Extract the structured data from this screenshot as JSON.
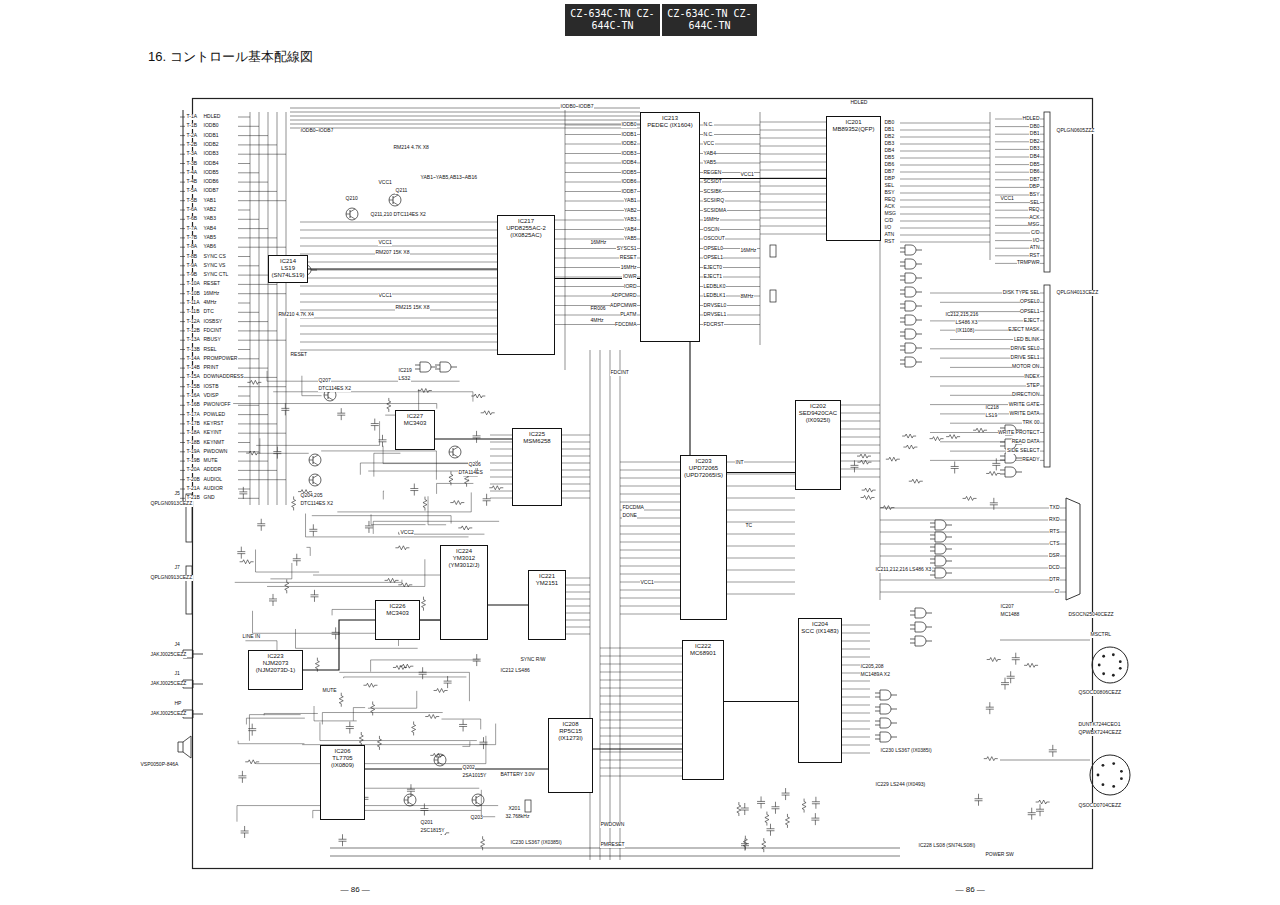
{
  "diagram": {
    "title": "16. コントロール基本配線図",
    "nodes": [
      {
        "text": [
          "CZ-634C-TN CZ-644C-TN"
        ]
      },
      {
        "text": [
          "CZ-634C-TN CZ-644C-TN"
        ]
      },
      {
        "text": [
          "IC213",
          "PEDEC (IX1604)"
        ]
      },
      {
        "text": [
          "IC201",
          "MB89352(QFP)"
        ]
      },
      {
        "text": [
          "IC217",
          "UPD8255AC-2 (IX0825AC)"
        ]
      },
      {
        "text": [
          "IC214",
          "LS19 (SN74LS19)"
        ]
      },
      {
        "text": [
          "IC225",
          "MSM6258"
        ]
      },
      {
        "text": [
          "IC227",
          "MC3403"
        ]
      },
      {
        "text": [
          "IC226",
          "MC3403"
        ]
      },
      {
        "text": [
          "IC223",
          "NJM2073 (NJM2073D-1)"
        ]
      },
      {
        "text": [
          "IC224",
          "YM3012 (YM3012/J)"
        ]
      },
      {
        "text": [
          "IC221",
          "YM2151"
        ]
      },
      {
        "text": [
          "IC202",
          "SED9420CAC (IX0925I)"
        ]
      },
      {
        "text": [
          "IC203",
          "UPD72065 (UPD72065IS)"
        ]
      },
      {
        "text": [
          "IC222",
          "MC68901"
        ]
      },
      {
        "text": [
          "IC204",
          "SCC (IX1483)"
        ]
      },
      {
        "text": [
          "IC208",
          "RP5C15 (IX1273I)"
        ]
      },
      {
        "text": [
          "IC206",
          "TL7705 (IX0809)"
        ]
      }
    ],
    "edges": [
      {
        "from": 4,
        "to": 2,
        "arrow": "none"
      },
      {
        "from": 2,
        "to": 3,
        "arrow": "none"
      },
      {
        "from": 2,
        "to": 13,
        "arrow": "none"
      },
      {
        "from": 13,
        "to": 12,
        "arrow": "none"
      },
      {
        "from": 14,
        "to": 15,
        "arrow": "none"
      },
      {
        "from": 6,
        "to": 7,
        "arrow": "none"
      },
      {
        "from": 11,
        "to": 10,
        "arrow": "none"
      },
      {
        "from": 10,
        "to": 8,
        "arrow": "none"
      },
      {
        "from": 8,
        "to": 9,
        "arrow": "none"
      },
      {
        "from": 16,
        "to": 14,
        "arrow": "none"
      },
      {
        "from": 17,
        "to": 16,
        "arrow": "none"
      },
      {
        "from": 5,
        "to": 4,
        "arrow": "none"
      }
    ],
    "labels": [
      "T-1A",
      "T-1B",
      "T-2A",
      "T-2B",
      "T-3A",
      "T-3B",
      "T-4A",
      "T-4B",
      "T-5A",
      "T-5B",
      "T-6A",
      "T-6B",
      "T-7A",
      "T-7B",
      "T-8A",
      "T-8B",
      "T-9A",
      "T-9B",
      "T-10A",
      "T-10B",
      "T-11A",
      "T-11B",
      "T-12A",
      "T-12B",
      "T-13A",
      "T-13B",
      "T-14A",
      "T-14B",
      "T-15A",
      "T-15B",
      "T-16A",
      "T-16B",
      "T-17A",
      "T-17B",
      "T-18A",
      "T-18B",
      "T-19A",
      "T-19B",
      "T-20A",
      "T-20B",
      "T-21A",
      "T-21B",
      "HDLED",
      "IODB0",
      "IODB1",
      "IODB2",
      "IODB3",
      "IODB4",
      "IODB5",
      "IODB6",
      "IODB7",
      "YAB1",
      "YAB2",
      "YAB3",
      "YAB4",
      "YAB5",
      "YAB6",
      "SYNC CS",
      "SYNC VS",
      "SYNC CTL",
      "RESET",
      "16MHz",
      "4MHz",
      "DTC",
      "IOSBSY",
      "FDCINT",
      "RBUSY",
      "RSEL",
      "PROMPOWER",
      "PRINT",
      "DOWNADDRESS",
      "IOSTB",
      "VDISP",
      "PWON/OFF",
      "POWLED",
      "KEYRST",
      "KEYINT",
      "KEYNMT",
      "PWDOWN",
      "MUTE",
      "ADDDR",
      "AUDIOL",
      "AUDIOR",
      "GND",
      "IODB0",
      "IODB1",
      "IODB2",
      "IODB3",
      "IODB4",
      "IODB5",
      "IODB6",
      "IODB7",
      "YAB1",
      "YAB2",
      "YAB3",
      "YAB4",
      "YAB5",
      "SYSCS1",
      "RESET",
      "16MHz",
      "IOWR",
      "IORD",
      "ADPCMRD",
      "ADPCMWR",
      "PLATM",
      "FDCDMA",
      "N.C.",
      "N.C.",
      "VCC",
      "YAB4",
      "YAB5",
      "REGEN",
      "SCSIDT",
      "SCSIBK",
      "SCSIIRQ",
      "SCSIDMA",
      "16MHz",
      "OSCIN",
      "OSCOUT",
      "OPSEL0",
      "OPSEL1",
      "EJECT0",
      "EJECT1",
      "LEDBLK0",
      "LEDBLK1",
      "DRVSEL0",
      "DRVSEL1",
      "FDCRST",
      "DB0",
      "DB1",
      "DB2",
      "DB3",
      "DB4",
      "DB5",
      "DB6",
      "DB7",
      "DBP",
      "SEL",
      "BSY",
      "REQ",
      "ACK",
      "MSG",
      "C/D",
      "I/O",
      "ATN",
      "RST",
      "HDLED",
      "DB0",
      "DB1",
      "DB2",
      "DB3",
      "DB4",
      "DB5",
      "DB6",
      "DB7",
      "DBP",
      "BSY",
      "SEL",
      "REQ",
      "ACK",
      "MSG",
      "C/D",
      "I/O",
      "ATN",
      "RST",
      "TRMPWR",
      "DISK TYPE SEL",
      "OPSEL0",
      "OPSEL1",
      "EJECT",
      "EJECT MASK",
      "LED BLINK",
      "DRIVE SEL0",
      "DRIVE SEL1",
      "MOTOR ON",
      "INDEX",
      "STEP",
      "DIRECTION",
      "WRITE GATE",
      "WRITE DATA",
      "TRK 00",
      "WRITE PROTECT",
      "READ DATA",
      "SIDE SELECT",
      "READY",
      "TXD",
      "RXD",
      "RTS",
      "CTS",
      "DSR",
      "DCD",
      "DTR",
      "CI",
      "— 86 —",
      "— 86 —",
      "HDLED",
      "J5",
      "QPLGN0913CEZZ",
      "J7",
      "QPLGN0913CEZZ",
      "J4",
      "JAKJ0025CEZZ",
      "J1",
      "JAKJ0025CEZZ",
      "HP",
      "JAKJ0025CEZZ",
      "VSP0050P-846A",
      "QPLGN0605ZZZ",
      "QPLGN4013CEZZ",
      "DSOCN25040CEZZ",
      "MSCTRL",
      "QSOCD0806CEZZ",
      "DUNTK7244CEO1",
      "QPWBX7244CEZZ",
      "QSOCD0704CEZZ",
      "IC212,215,216",
      "LS486 X3",
      "(IX1108)",
      "IC218",
      "LS19",
      "IC211,212,216 LS486 X3",
      "IC207",
      "MC1488",
      "IC205,208",
      "MC1489A X2",
      "IC219",
      "LS32",
      "IC230 LS367 (IX0385I)",
      "IC229 LS244 (IX0493)",
      "IC228 LS08 (SN74LS08I)",
      "Q211",
      "Q210",
      "Q211,210 DTC114ES X2",
      "Q207",
      "DTC114ES X2",
      "Q204,205",
      "DTC114ES X2",
      "Q206",
      "DTA114ES",
      "Q202",
      "2SA1015Y",
      "Q201",
      "2SC1815Y",
      "Q203",
      "BATTERY 3.0V",
      "X201",
      "32.768kHz",
      "POWER SW",
      "IC230 LS367 (IX0385I)",
      "IC212 LS486",
      "SYNC R/W",
      "VCC1",
      "VCC1",
      "VCC1",
      "VCC1",
      "VCC1",
      "VCC2",
      "RESET",
      "PWDOWN",
      "PMRESET",
      "RM214 4.7K X8",
      "RM207 15K X8",
      "RM215 15K X8",
      "RM210 4.7K X4",
      "16MHz",
      "FR006",
      "4MHz",
      "IODB0~IODB7",
      "YAB1~YAB5,AB13~AB16",
      "IODB0~IODB7",
      "16MHz",
      "8MHz",
      "LINE IN",
      "MUTE",
      "FDCINT",
      "FDCDMA",
      "DONE",
      "TC",
      "INT",
      "VCC1"
    ]
  }
}
